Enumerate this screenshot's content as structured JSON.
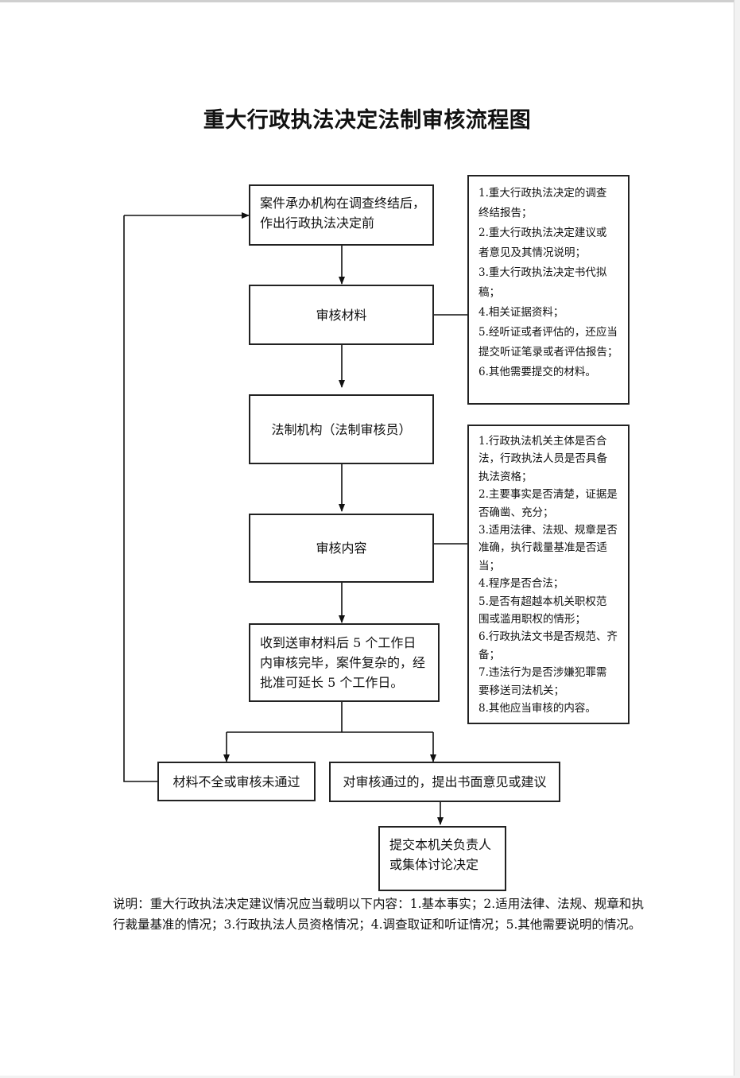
{
  "title": "重大行政执法决定法制审核流程图",
  "nodes": {
    "start": [
      "案件承办机构在调查终结后，",
      "作出行政执法决定前"
    ],
    "review_materials": "审核材料",
    "legal_org": "法制机构（法制审核员）",
    "review_content": "审核内容",
    "deadline": [
      "收到送审材料后 5 个工作日",
      "内审核完毕，案件复杂的，经",
      "批准可延长 5 个工作日。"
    ],
    "fail": "材料不全或审核未通过",
    "pass": "对审核通过的，提出书面意见或建议",
    "submit": [
      "提交本机关负责人",
      "或集体讨论决定"
    ]
  },
  "materials_list": [
    [
      "1.重大行政执法决定的调查",
      "终结报告；"
    ],
    [
      "2.重大行政执法决定建议或",
      "者意见及其情况说明；"
    ],
    [
      "3.重大行政执法决定书代拟",
      "稿；"
    ],
    [
      "4.相关证据资料；"
    ],
    [
      "5.经听证或者评估的，还应当",
      "提交听证笔录或者评估报告；"
    ],
    [
      "6.其他需要提交的材料。"
    ]
  ],
  "content_list": [
    [
      "1.行政执法机关主体是否合",
      "法，行政执法人员是否具备",
      "执法资格；"
    ],
    [
      "2.主要事实是否清楚，证据是",
      "否确凿、充分；"
    ],
    [
      "3.适用法律、法规、规章是否",
      "准确，执行裁量基准是否适",
      "当；"
    ],
    [
      "4.程序是否合法；"
    ],
    [
      "5.是否有超越本机关职权范",
      "围或滥用职权的情形；"
    ],
    [
      "6.行政执法文书是否规范、齐",
      "备；"
    ],
    [
      "7.违法行为是否涉嫌犯罪需",
      "要移送司法机关；"
    ],
    [
      "8.其他应当审核的内容。"
    ]
  ],
  "note": "说明：重大行政执法决定建议情况应当载明以下内容：1.基本事实；2.适用法律、法规、规章和执行裁量基准的情况；3.行政执法人员资格情况；4.调查取证和听证情况；5.其他需要说明的情况。"
}
